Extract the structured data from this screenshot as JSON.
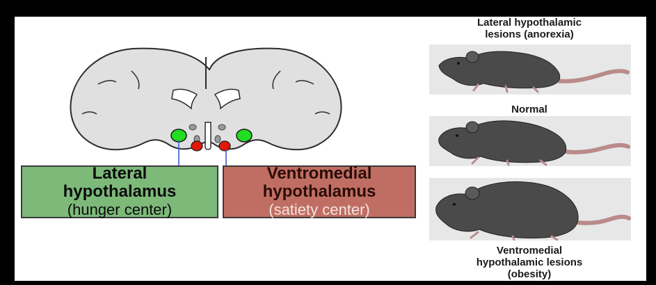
{
  "labels": {
    "lateral": {
      "line1": "Lateral",
      "line2": "hypothalamus",
      "line3": "(hunger center)"
    },
    "ventromedial": {
      "line1": "Ventromedial",
      "line2": "hypothalamus",
      "line3": "(satiety center)"
    }
  },
  "rats": [
    {
      "caption_lines": [
        "Lateral hypothalamic",
        "lesions (anorexia)"
      ]
    },
    {
      "caption_lines": [
        "Normal"
      ]
    },
    {
      "caption_lines": [
        "Ventromedial",
        "hypothalamic lesions",
        "(obesity)"
      ]
    }
  ],
  "colors": {
    "lateral_box": "#7dba7a",
    "ventromedial_box": "#c06e63",
    "brain_fill": "#e0e0e0",
    "lateral_nucleus": "#22dd22",
    "ventromedial_nucleus": "#e01a0a",
    "rat_body": "#4a4a4a"
  }
}
